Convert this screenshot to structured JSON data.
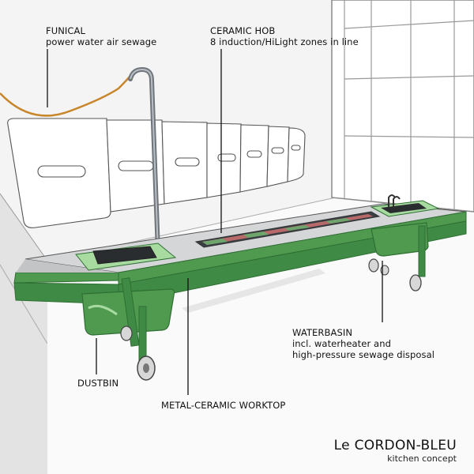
{
  "labels": {
    "funical_title": "FUNICAL",
    "funical_desc": "power water air sewage",
    "hob_title": "CERAMIC HOB",
    "hob_desc": "8 induction/HiLight zones in line",
    "waterbasin_title": "WATERBASIN",
    "waterbasin_line1": "incl. waterheater and",
    "waterbasin_line2": "high-pressure sewage disposal",
    "dustbin": "DUSTBIN",
    "worktop": "METAL-CERAMIC WORKTOP"
  },
  "title": {
    "main": "Le CORDON-BLEU",
    "sub": "kitchen concept"
  },
  "colors": {
    "green": "#4f9a4f",
    "green_dark": "#2f6f34",
    "green_light": "#a8dba0",
    "worktop": "#d4d6d8",
    "hob_red": "#b86a6a",
    "hob_green": "#6da56d",
    "cable_orange": "#c8862a",
    "pipe": "#7d848a",
    "wall": "#efefef"
  }
}
